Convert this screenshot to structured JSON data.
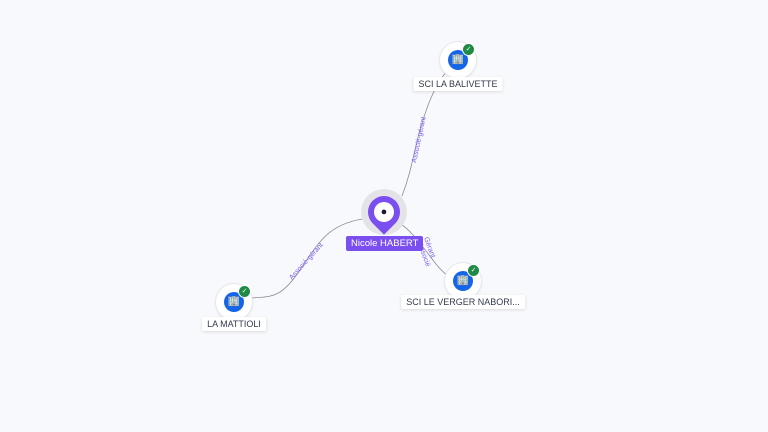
{
  "center": {
    "name": "Nicole HABERT",
    "icon": "person-icon",
    "color": "#7b4ef0"
  },
  "companies": [
    {
      "name": "SCI LA BALIVETTE",
      "icon": "building-icon",
      "status": "verified-check-icon"
    },
    {
      "name": "SCI LE VERGER NABORI...",
      "icon": "building-icon",
      "status": "verified-check-icon"
    },
    {
      "name": "LA MATTIOLI",
      "icon": "building-icon",
      "status": "verified-check-icon"
    }
  ],
  "edges": [
    {
      "target": "SCI LA BALIVETTE",
      "label": "Associé-gérant"
    },
    {
      "target": "SCI LE VERGER NABORI...",
      "label": "Gérant",
      "label2": "Associé"
    },
    {
      "target": "LA MATTIOLI",
      "label": "Associé-gérant"
    }
  ],
  "colors": {
    "company_node": "#1565e8",
    "check": "#1e8a45",
    "edge_label": "#7b5cf0"
  }
}
